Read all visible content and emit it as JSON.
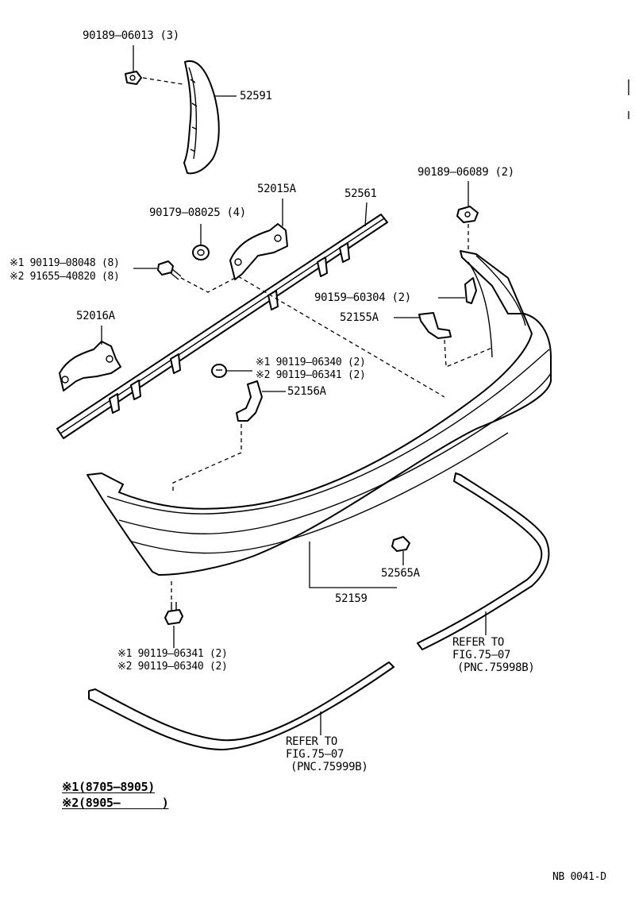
{
  "diagram_code": "NB 0041-D",
  "legend": {
    "item1": "※1(8705–8905)",
    "item2": "※2(8905–      )"
  },
  "parts": {
    "nut_top": "90189–06013 (3)",
    "mud_guard": "52591",
    "nut_right": "90189–06089 (2)",
    "bracket_52015a": "52015A",
    "reinforcement": "52561",
    "nut_08025": "90179–08025 (4)",
    "bolt_08048": "※1 90119–08048 (8)",
    "bolt_40820": "※2 91655–40820 (8)",
    "clip_60304": "90159–60304 (2)",
    "retainer_52155a": "52155A",
    "bracket_52016a": "52016A",
    "bolt_06340_top": "※1 90119–06340 (2)",
    "bolt_06341_top": "※2 90119–06341 (2)",
    "bracket_52156a": "52156A",
    "clip_52565a": "52565A",
    "bumper_cover": "52159",
    "bolt_06341_bottom": "※1 90119–06341 (2)",
    "bolt_06340_bottom": "※2 90119–06340 (2)"
  },
  "refs": {
    "right": {
      "line1": "REFER TO",
      "line2": "FIG.75–07",
      "line3": "(PNC.75998B)"
    },
    "lower": {
      "line1": "REFER TO",
      "line2": "FIG.75–07",
      "line3": "(PNC.75999B)"
    }
  }
}
